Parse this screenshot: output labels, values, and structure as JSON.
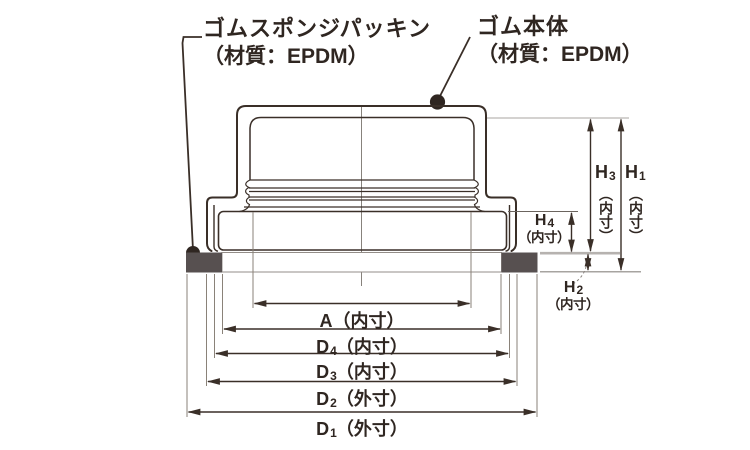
{
  "diagram_title": "rubber-cap-cross-section",
  "callouts": {
    "packing": {
      "line1": "ゴムスポンジパッキン",
      "line2": "（材質：EPDM）"
    },
    "body": {
      "line1": "ゴム本体",
      "line2": "（材質：EPDM）"
    }
  },
  "dimensions": {
    "horizontal": [
      {
        "id": "A",
        "base": "A",
        "sub": "",
        "suffix": "（内寸）"
      },
      {
        "id": "D4",
        "base": "D",
        "sub": "4",
        "suffix": "（内寸）"
      },
      {
        "id": "D3",
        "base": "D",
        "sub": "3",
        "suffix": "（内寸）"
      },
      {
        "id": "D2",
        "base": "D",
        "sub": "2",
        "suffix": "（外寸）"
      },
      {
        "id": "D1",
        "base": "D",
        "sub": "1",
        "suffix": "（外寸）"
      }
    ],
    "vertical": [
      {
        "id": "H1",
        "base": "H",
        "sub": "1",
        "suffix": "（内寸）"
      },
      {
        "id": "H2",
        "base": "H",
        "sub": "2",
        "suffix": "（内寸）"
      },
      {
        "id": "H3",
        "base": "H",
        "sub": "3",
        "suffix": "（内寸）"
      },
      {
        "id": "H4",
        "base": "H",
        "sub": "4",
        "suffix": "（内寸）"
      }
    ]
  },
  "colors": {
    "line": "#3a2f28",
    "text": "#2f2621",
    "packing_fill": "#575050",
    "light_gray": "#b6b2af",
    "extension_line": "#8a8279"
  }
}
